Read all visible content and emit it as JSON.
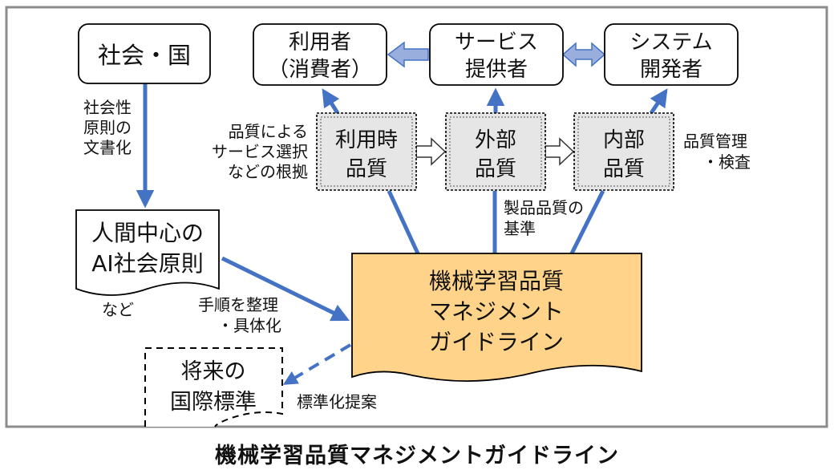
{
  "caption": "機械学習品質マネジメントガイドライン",
  "nodes": {
    "society": {
      "label": "社会・国"
    },
    "user": {
      "line1": "利用者",
      "line2": "（消費者）"
    },
    "provider": {
      "line1": "サービス",
      "line2": "提供者"
    },
    "developer": {
      "line1": "システム",
      "line2": "開発者"
    },
    "quality_in_use": {
      "line1": "利用時",
      "line2": "品質"
    },
    "external_quality": {
      "line1": "外部",
      "line2": "品質"
    },
    "internal_quality": {
      "line1": "内部",
      "line2": "品質"
    },
    "ai_principles": {
      "line1": "人間中心の",
      "line2": "AI社会原則"
    },
    "guideline": {
      "line1": "機械学習品質",
      "line2": "マネジメント",
      "line3": "ガイドライン"
    },
    "future_standard": {
      "line1": "将来の",
      "line2": "国際標準"
    }
  },
  "labels": {
    "documentation": [
      "社会性",
      "原則の",
      "文書化"
    ],
    "service_selection": [
      "品質による",
      "サービス選択",
      "などの根拠"
    ],
    "product_quality_basis": [
      "製品品質の",
      "基準"
    ],
    "quality_management": [
      "品質管理",
      "・検査"
    ],
    "etc": "など",
    "organize": [
      "手順を整理",
      "・具体化"
    ],
    "standardization": "標準化提案"
  },
  "colors": {
    "arrow_blue": "#4472c4",
    "guideline_fill": "#ffd38a",
    "quality_fill": "#e6e6e6",
    "hollow_arrow_fill": "#9aaede",
    "frame": "#8c8c8c"
  }
}
